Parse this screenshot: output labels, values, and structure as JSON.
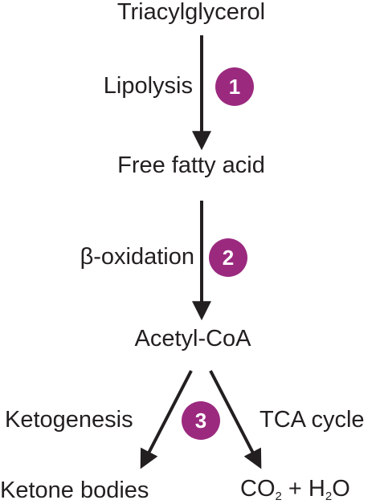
{
  "nodes": {
    "triacylglycerol": "Triacylglycerol",
    "free_fatty_acid": "Free fatty acid",
    "acetyl_coa": "Acetyl-CoA",
    "ketone_bodies": "Ketone bodies",
    "co2_h2o": {
      "co": "CO",
      "co_sub": "2",
      "plus_h": " + H",
      "h_sub": "2",
      "o": "O"
    }
  },
  "steps": {
    "lipolysis": {
      "label": "Lipolysis",
      "number": "1"
    },
    "beta_oxidation": {
      "label": "β-oxidation",
      "number": "2"
    },
    "ketogenesis": {
      "label": "Ketogenesis",
      "number": "3"
    },
    "tca_cycle": {
      "label": "TCA cycle"
    }
  },
  "colors": {
    "badge": "#9b2a7f",
    "arrow": "#231f20",
    "text": "#231f20"
  }
}
